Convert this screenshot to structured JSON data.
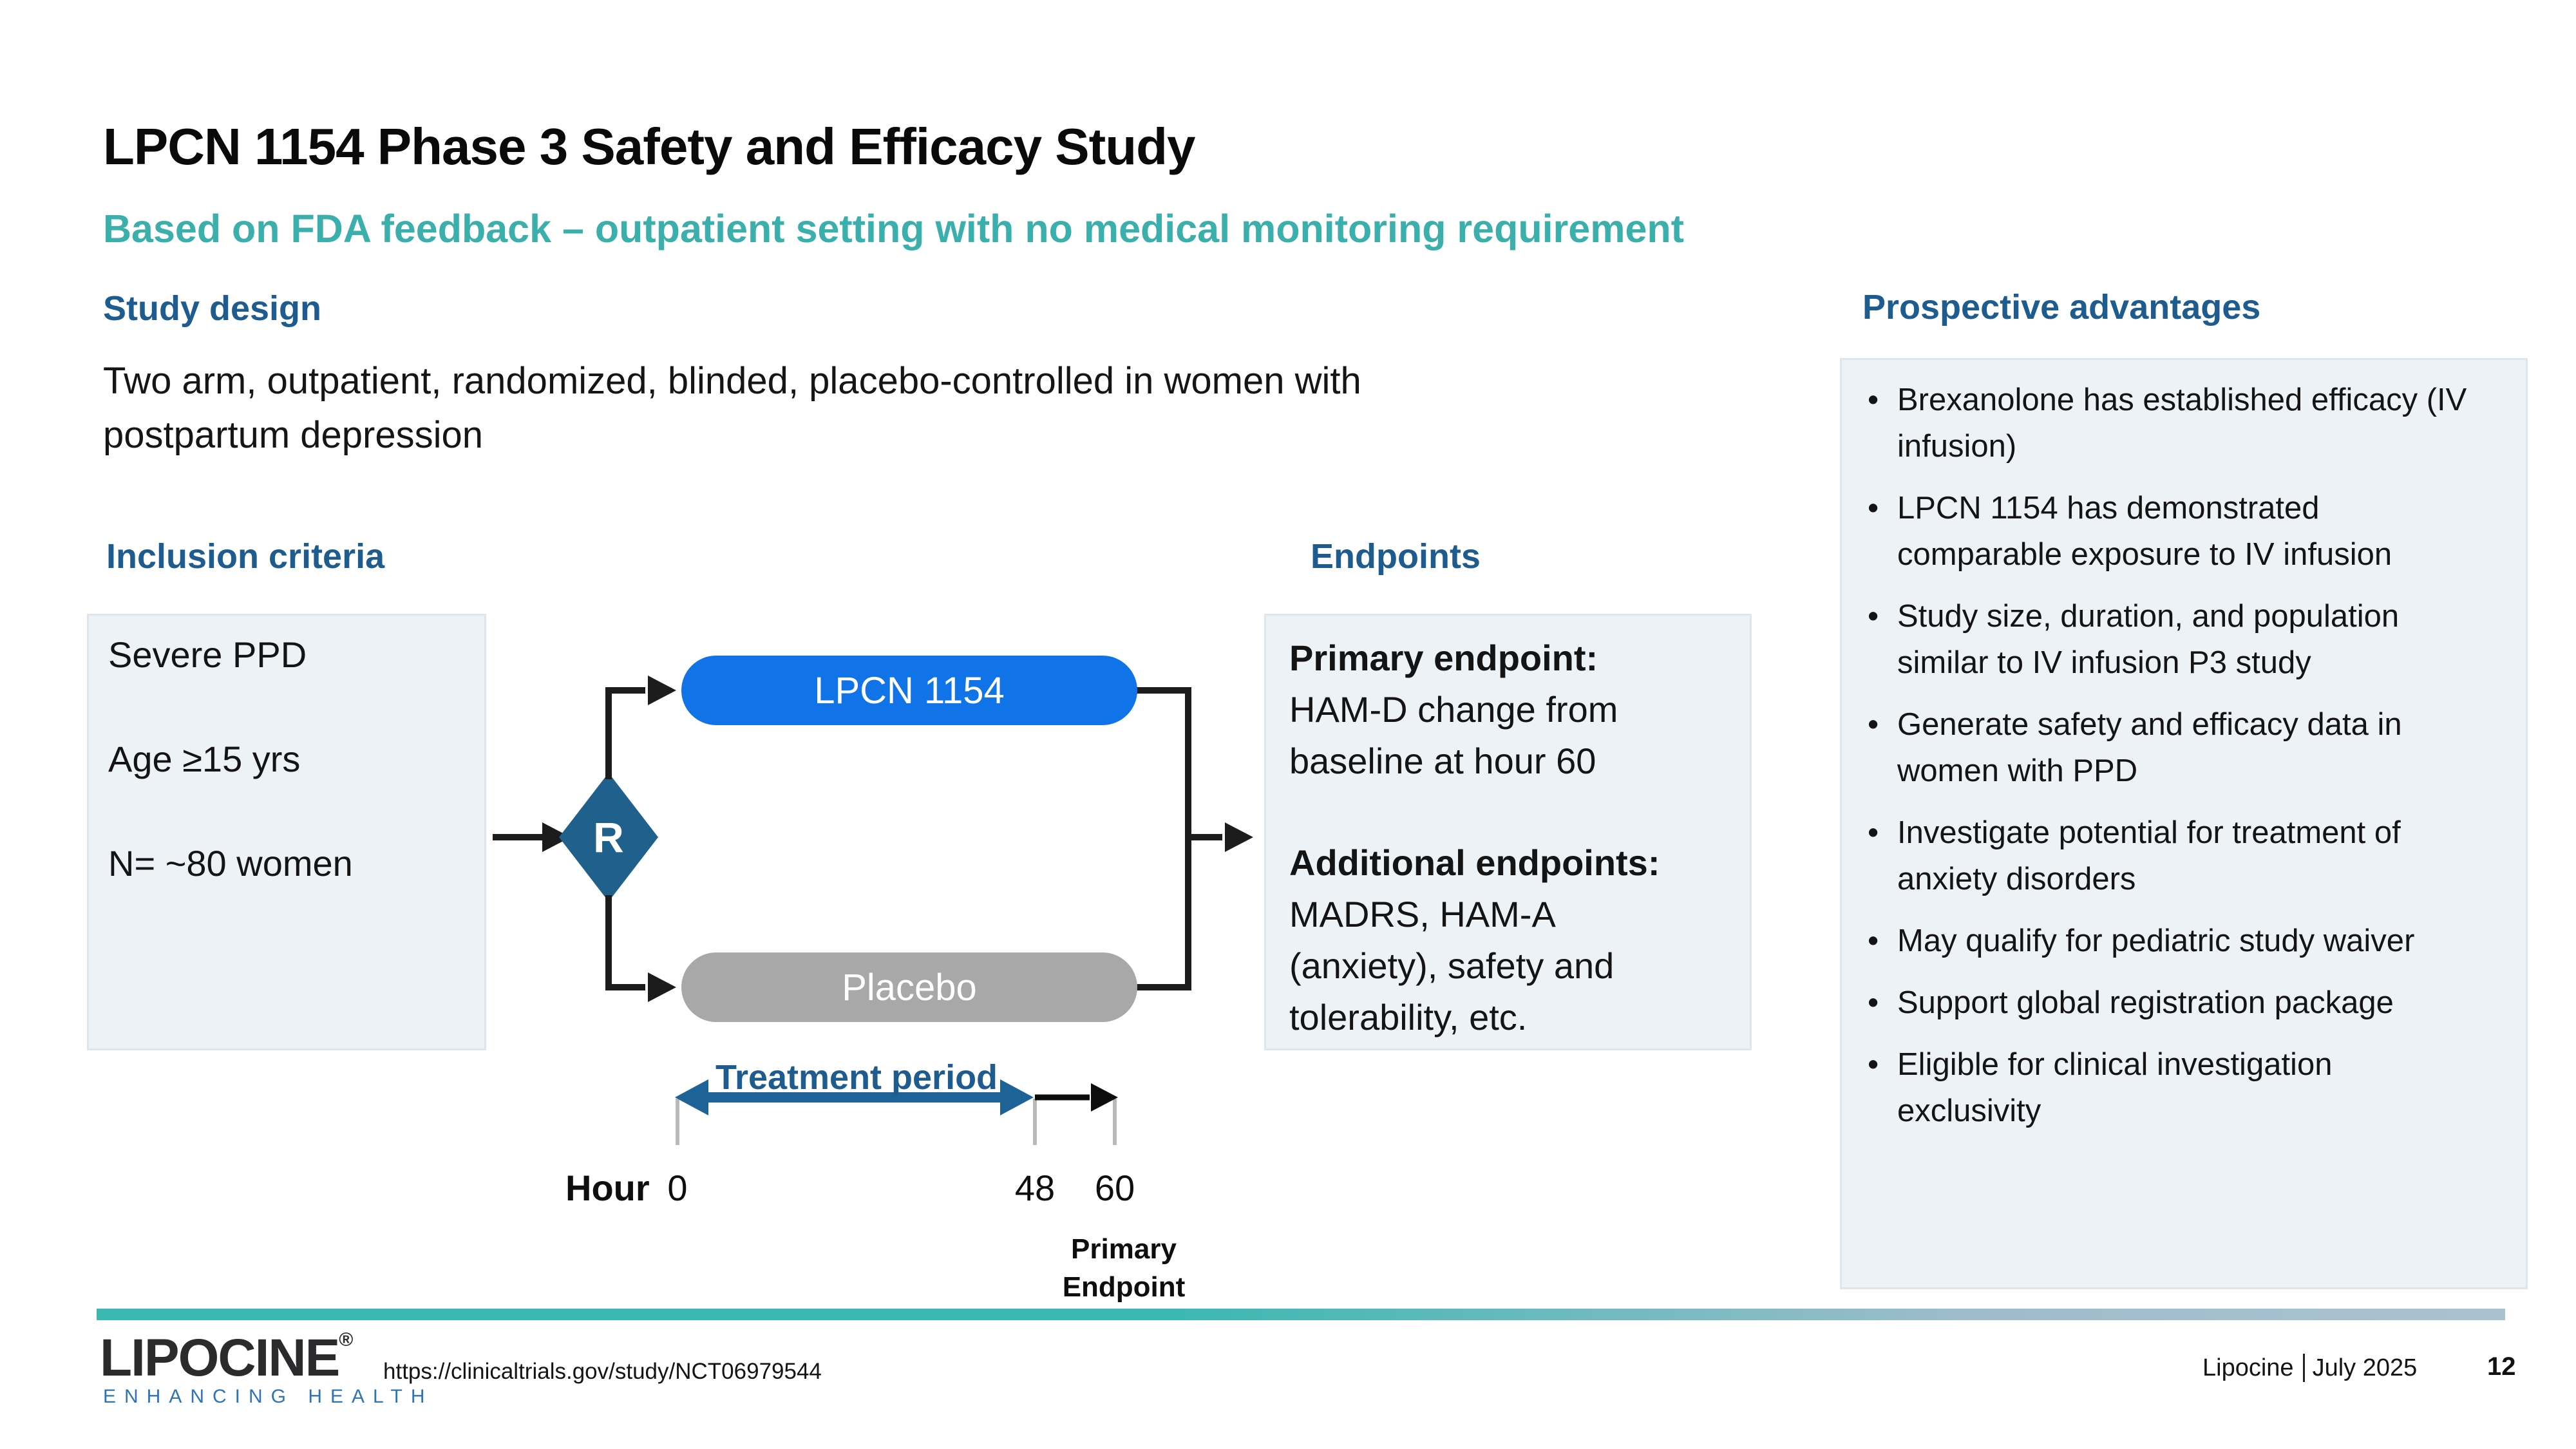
{
  "slide": {
    "title": "LPCN 1154 Phase 3 Safety and Efficacy Study",
    "subtitle": "Based on FDA feedback – outpatient setting with no medical monitoring requirement"
  },
  "study_design": {
    "heading": "Study design",
    "description": "Two arm, outpatient, randomized, blinded, placebo-controlled in women with postpartum depression"
  },
  "inclusion": {
    "heading": "Inclusion criteria",
    "items": [
      "Severe PPD",
      "Age ≥15 yrs",
      "N= ~80 women"
    ]
  },
  "diagram": {
    "randomization_label": "R",
    "arm_top": "LPCN 1154",
    "arm_bottom": "Placebo",
    "treatment_period_label": "Treatment period",
    "axis_label": "Hour",
    "tick_0": "0",
    "tick_48": "48",
    "tick_60": "60",
    "primary_endpoint_callout": "Primary Endpoint"
  },
  "endpoints": {
    "heading": "Endpoints",
    "primary_label": "Primary endpoint:",
    "primary_text": "HAM-D change from baseline at hour 60",
    "additional_label": "Additional endpoints:",
    "additional_text": "MADRS, HAM-A (anxiety), safety and tolerability, etc."
  },
  "advantages": {
    "heading": "Prospective advantages",
    "items": [
      "Brexanolone has established efficacy (IV infusion)",
      "LPCN 1154 has demonstrated comparable exposure to IV infusion",
      "Study size, duration, and population similar to IV infusion P3 study",
      "Generate safety and efficacy data in women with PPD",
      "Investigate potential for treatment of anxiety disorders",
      "May qualify for pediatric study waiver",
      "Support global registration package",
      "Eligible for clinical investigation exclusivity"
    ]
  },
  "footer": {
    "logo_text": "LIPOCINE",
    "logo_registered_mark": "®",
    "logo_tagline": "ENHANCING HEALTH",
    "url": "https://clinicaltrials.gov/study/NCT06979544",
    "company": "Lipocine",
    "date": "July 2025",
    "page_number": "12"
  },
  "colors": {
    "accent_teal": "#3BAFAC",
    "heading_blue": "#1E5C8F",
    "arm_blue": "#1173E8",
    "placebo_gray": "#A8A8A8",
    "diamond_blue": "#20608C",
    "timeline_arrow_blue": "#1D6397",
    "divider_teal": "#3CB8B2",
    "divider_bluegray": "#A9C2D1",
    "tagline_blue": "#2E74B5",
    "box_fill": "#EDF2F7"
  }
}
